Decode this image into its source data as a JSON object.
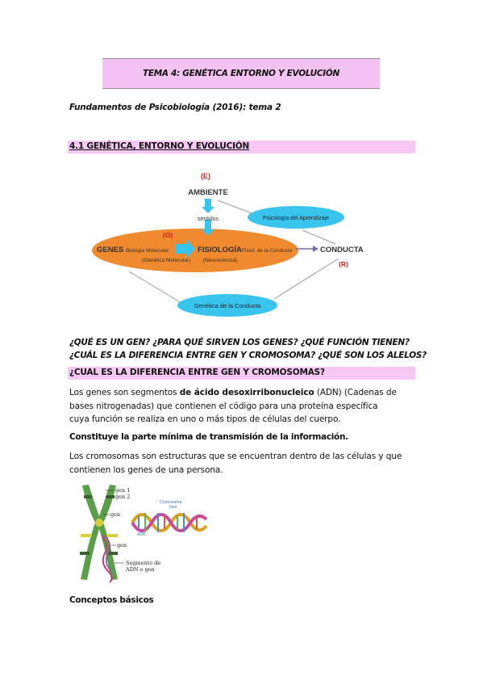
{
  "document": {
    "title": "TEMA 4: GENÉTICA ENTORNO Y EVOLUCIÓN",
    "subtitle": "Fundamentos de Psicobiología (2016): tema 2",
    "section1_heading": "4.1 GENÉTICA, ENTORNO Y EVOLUCIÓN",
    "question_line1": "¿QUÉ ES UN GEN? ¿PARA QUÉ SIRVEN LOS GENES? ¿QUÉ FUNCIÓN TIENEN?",
    "question_line2": "¿CUÁL ES LA DIFERENCIA ENTRE GEN Y CROMOSOMA? ¿QUÉ SON LOS ALELOS?",
    "section2_heading": "¿CUAL ES LA DIFERENCIA ENTRE GEN Y CROMOSOMAS?",
    "para1": {
      "before": "Los genes son segmentos ",
      "bold": "de ácido desoxirribonucleico",
      "after_line1": " (ADN) (Cadenas de",
      "line2": "bases nitrogenadas) que contienen el código para una proteína específica",
      "line3": "cuya función se realiza en uno o más tipos de células del cuerpo."
    },
    "bold_statement": "Constituye la parte mínima de transmisión de la información.",
    "para2_line1": "Los cromosomas son estructuras que se encuentran dentro de las células y que",
    "para2_line2": "contienen los genes de una persona.",
    "final_heading": "Conceptos básicos"
  },
  "diagram": {
    "e_label": "(E)",
    "ambiente": "AMBIENTE",
    "sentidos": "sentidos",
    "psicologia": "Psicología del Aprendizaje",
    "o_label": "(O)",
    "genes": "GENES",
    "biologia": "- Biología Molecular",
    "genetica_molecular": "(Genética Molecular)",
    "fisiologia": "FISIOLOGÍA",
    "fisiol_conducta": "- Fisiol. de la Conducta",
    "neurociencia": "(Neurociencia)",
    "conducta": "CONDUCTA",
    "r_label": "(R)",
    "genetica_conducta": "Genética de la Conducta",
    "colors": {
      "orange": "#f08a2e",
      "cyan": "#39c4ee",
      "red_label": "#d6201f"
    }
  },
  "figure": {
    "gen1": "gen 1",
    "gen2": "gen 2",
    "gen": "gen",
    "gen_lower": "gen",
    "segmento1": "Segmento de",
    "segmento2": "ADN o gen",
    "cromosoma": "Cromosoma",
    "gen_small": "Gen",
    "adn": "ADN"
  }
}
